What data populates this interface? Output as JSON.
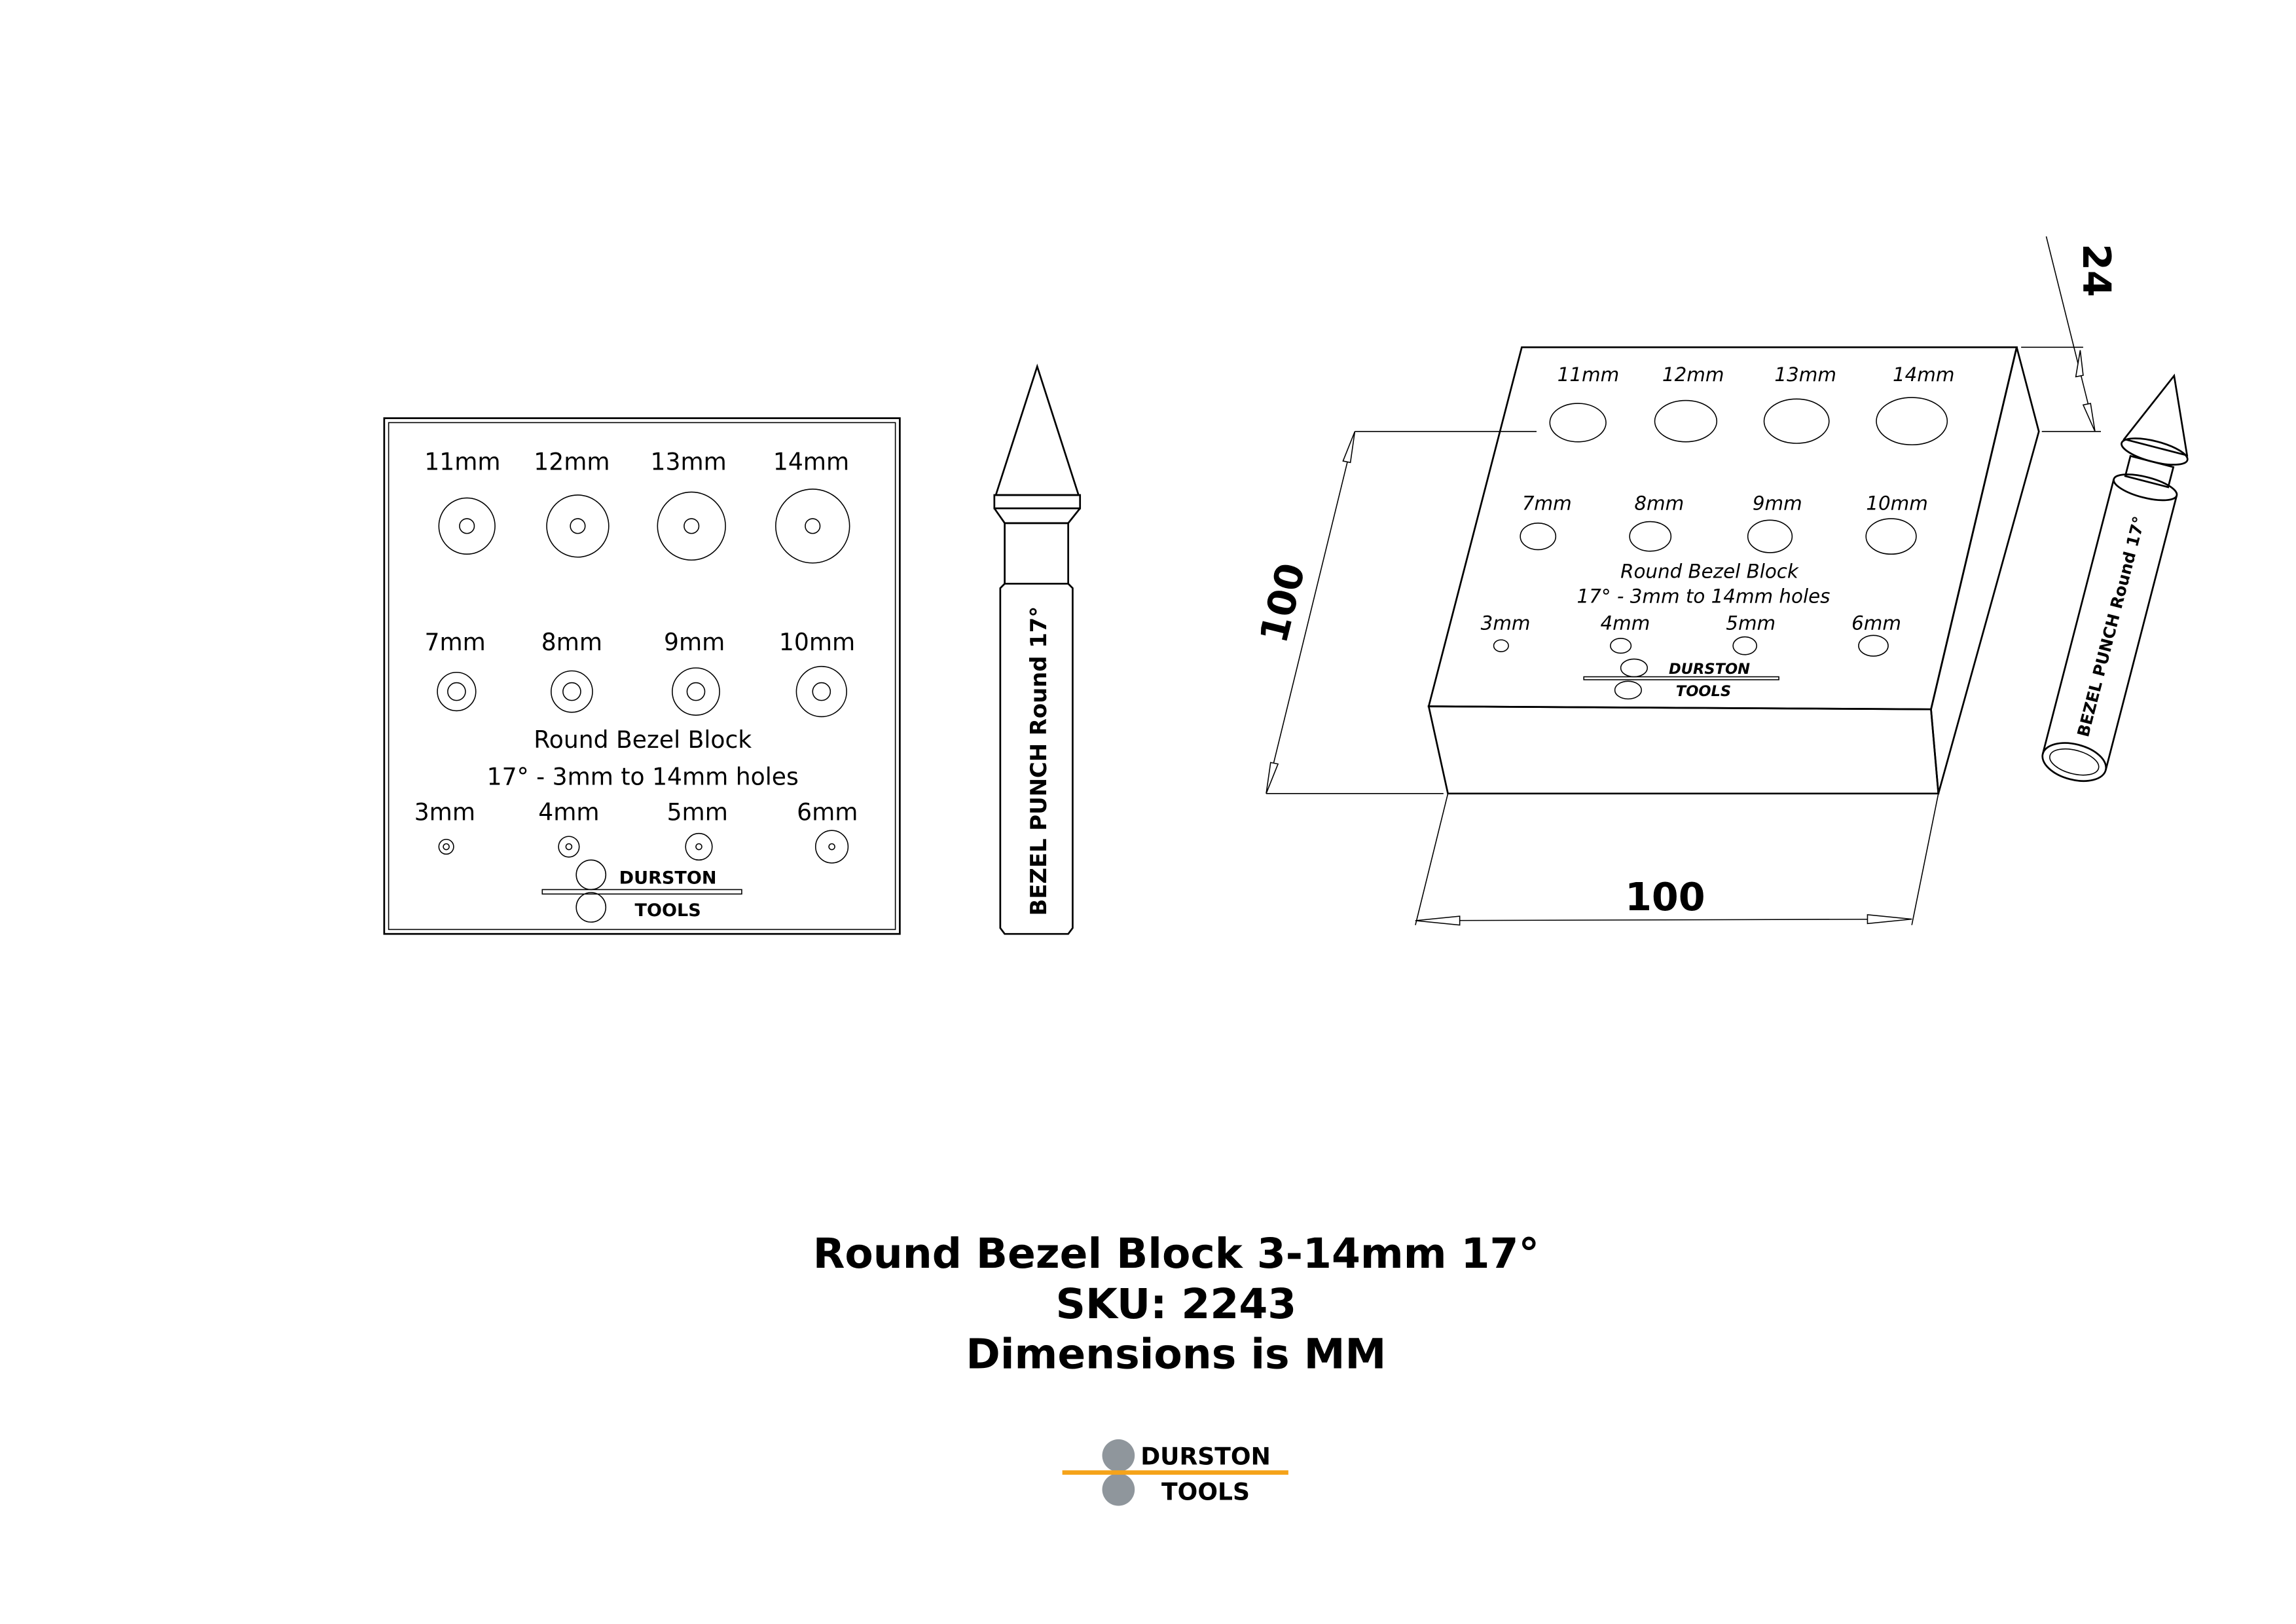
{
  "front_view": {
    "row1": [
      "11mm",
      "12mm",
      "13mm",
      "14mm"
    ],
    "row2": [
      "7mm",
      "8mm",
      "9mm",
      "10mm"
    ],
    "row3": [
      "3mm",
      "4mm",
      "5mm",
      "6mm"
    ],
    "engraving_line1": "Round Bezel Block",
    "engraving_line2": "17° - 3mm to 14mm holes",
    "logo_top": "DURSTON",
    "logo_bottom": "TOOLS"
  },
  "punch": {
    "label": "BEZEL PUNCH Round 17°"
  },
  "iso_view": {
    "row1": [
      "11mm",
      "12mm",
      "13mm",
      "14mm"
    ],
    "row2": [
      "7mm",
      "8mm",
      "9mm",
      "10mm"
    ],
    "row3": [
      "3mm",
      "4mm",
      "5mm",
      "6mm"
    ],
    "engraving_line1": "Round Bezel Block",
    "engraving_line2": "17° - 3mm to 14mm holes",
    "logo_top": "DURSTON",
    "logo_bottom": "TOOLS",
    "dim_height": "100",
    "dim_width": "100",
    "dim_depth": "24"
  },
  "title": {
    "line1": "Round Bezel Block 3-14mm 17°",
    "line2": "SKU: 2243",
    "line3": "Dimensions is MM"
  },
  "brand": {
    "top": "DURSTON",
    "bottom": "TOOLS",
    "circle_color": "#8f969c",
    "bar_color": "#f5a31a"
  }
}
